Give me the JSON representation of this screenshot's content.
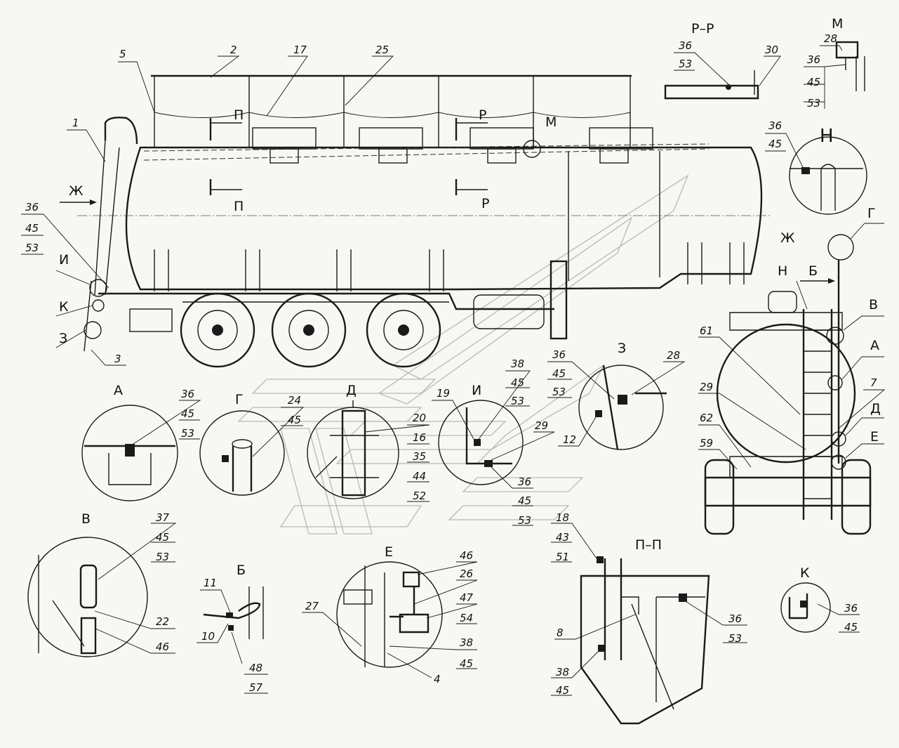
{
  "diagram": {
    "section_labels": {
      "PP_top": "П",
      "PP_bottom": "П",
      "RR_top": "Р",
      "RR_bottom": "Р",
      "M_main": "М",
      "Zh_arrow": "Ж",
      "Zh_rear": "Ж",
      "I": "И",
      "K": "К",
      "Z": "З",
      "G_rear": "Г",
      "N_rear": "Н",
      "B_rear": "Б",
      "V_rear": "В",
      "A_rear": "А",
      "D_rear": "Д",
      "E_rear": "Е"
    },
    "view_titles": {
      "RR": "Р–Р",
      "M": "М",
      "N": "Н",
      "A": "А",
      "G": "Г",
      "D": "Д",
      "I": "И",
      "Z": "З",
      "V": "В",
      "B": "Б",
      "E": "Е",
      "PP": "П–П",
      "K": "К"
    },
    "main_callouts": [
      "5",
      "2",
      "17",
      "25",
      "1",
      "36",
      "45",
      "53",
      "3"
    ],
    "rear_callouts": [
      "61",
      "29",
      "62",
      "59",
      "7"
    ],
    "detail_callouts": {
      "RR": [
        "36",
        "53",
        "30"
      ],
      "M": [
        "28",
        "36",
        "45",
        "53"
      ],
      "N": [
        "36",
        "45"
      ],
      "A": [
        "36",
        "45",
        "53"
      ],
      "G": [
        "24",
        "45"
      ],
      "D": [
        "20",
        "16",
        "35",
        "44",
        "52"
      ],
      "I": [
        "19",
        "38",
        "45",
        "53",
        "29",
        "36",
        "45",
        "53"
      ],
      "Z": [
        "36",
        "45",
        "53",
        "28",
        "12"
      ],
      "V": [
        "37",
        "45",
        "53",
        "22",
        "46"
      ],
      "B": [
        "11",
        "10",
        "48",
        "57"
      ],
      "E": [
        "46",
        "26",
        "47",
        "54",
        "27",
        "38",
        "45",
        "4"
      ],
      "PP": [
        "18",
        "43",
        "51",
        "8",
        "38",
        "45",
        "36",
        "53"
      ],
      "K": [
        "36",
        "45"
      ]
    }
  }
}
